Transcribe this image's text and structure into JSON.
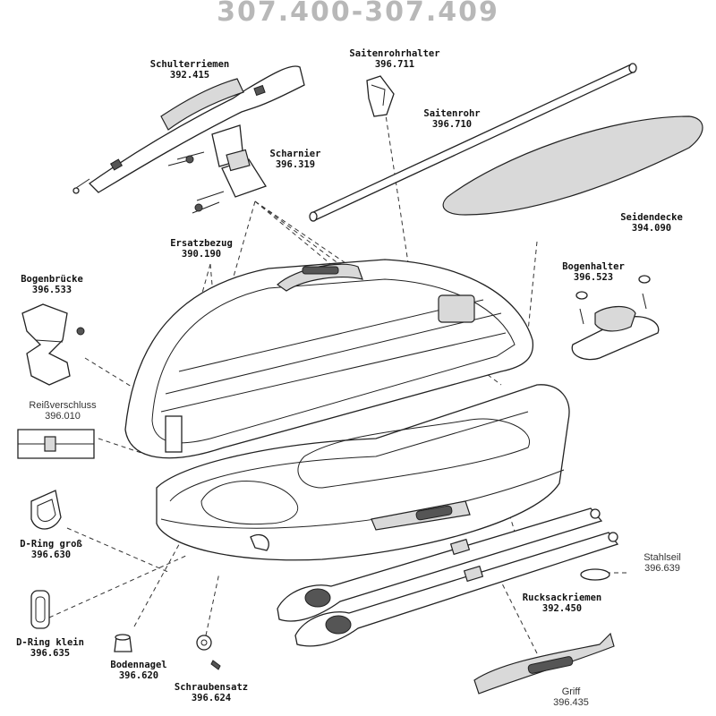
{
  "title": "307.400-307.409",
  "parts": {
    "schulterriemen": {
      "name": "Schulterriemen",
      "code": "392.415"
    },
    "saitenrohrhalter": {
      "name": "Saitenrohrhalter",
      "code": "396.711"
    },
    "saitenrohr": {
      "name": "Saitenrohr",
      "code": "396.710"
    },
    "scharnier": {
      "name": "Scharnier",
      "code": "396.319"
    },
    "seidendecke": {
      "name": "Seidendecke",
      "code": "394.090"
    },
    "ersatzbezug": {
      "name": "Ersatzbezug",
      "code": "390.190"
    },
    "bogenbruecke": {
      "name": "Bogenbrücke",
      "code": "396.533"
    },
    "bogenhalter": {
      "name": "Bogenhalter",
      "code": "396.523"
    },
    "reissverschluss": {
      "name": "Reißverschluss",
      "code": "396.010"
    },
    "dring_gross": {
      "name": "D-Ring groß",
      "code": "396.630"
    },
    "stahlseil": {
      "name": "Stahlseil",
      "code": "396.639"
    },
    "rucksackriemen": {
      "name": "Rucksackriemen",
      "code": "392.450"
    },
    "dring_klein": {
      "name": "D-Ring klein",
      "code": "396.635"
    },
    "bodennagel": {
      "name": "Bodennagel",
      "code": "396.620"
    },
    "schraubensatz": {
      "name": "Schraubensatz",
      "code": "396.624"
    },
    "griff": {
      "name": "Griff",
      "code": "396.435"
    }
  }
}
